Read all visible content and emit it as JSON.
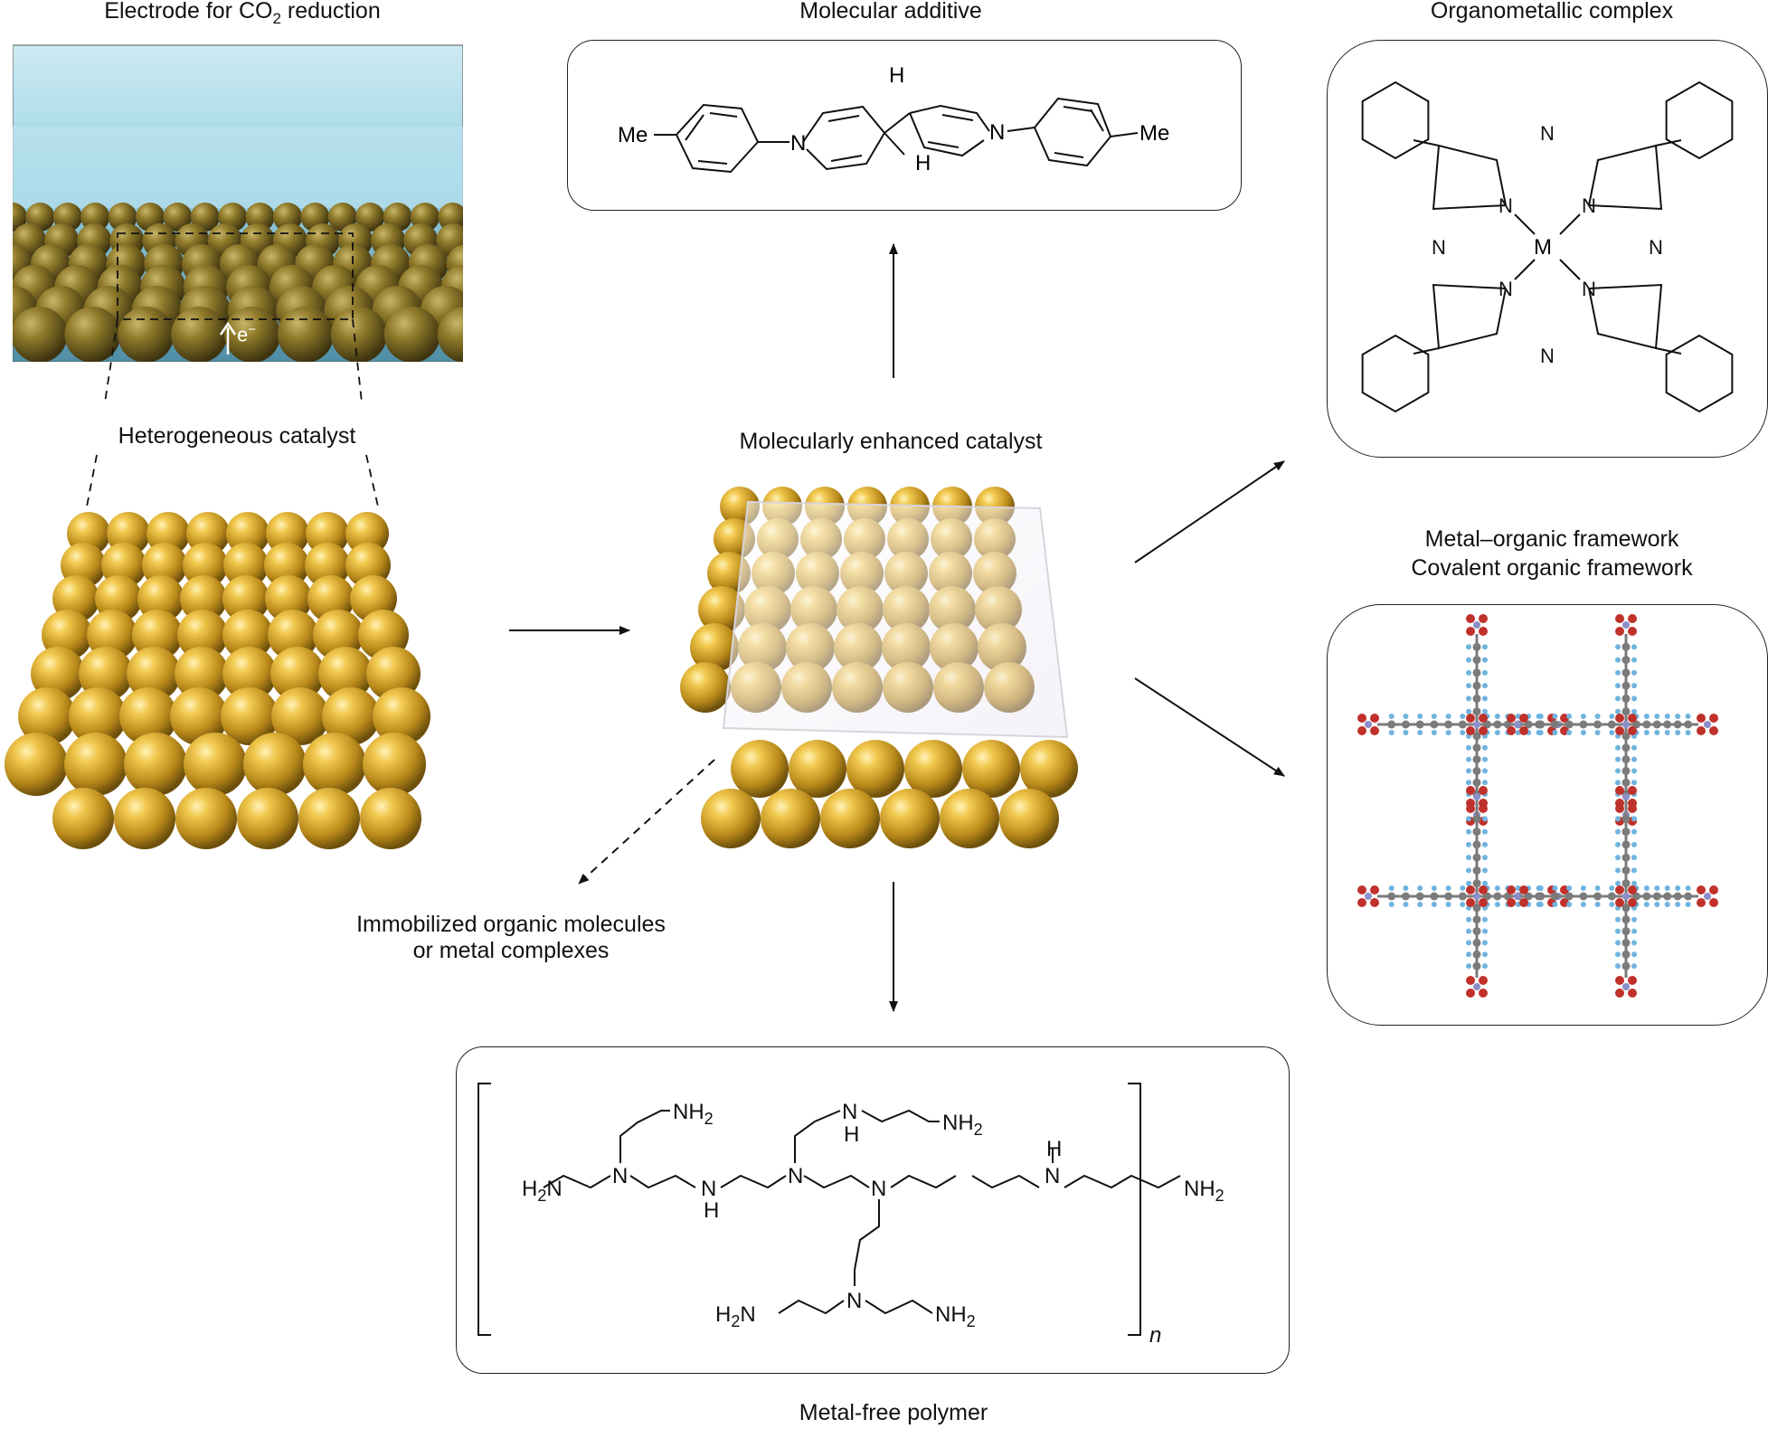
{
  "labels": {
    "electrode_title_pre": "Electrode for CO",
    "electrode_title_sub": "2",
    "electrode_title_post": " reduction",
    "electron": "e",
    "electron_sup": "−",
    "heterogeneous": "Heterogeneous catalyst",
    "molecularly_enhanced": "Molecularly enhanced catalyst",
    "molecular_additive": "Molecular additive",
    "organometallic": "Organometallic complex",
    "mof_line1": "Metal–organic framework",
    "mof_line2": "Covalent organic framework",
    "immobilized_line1": "Immobilized organic molecules",
    "immobilized_line2": "or metal complexes",
    "metal_free": "Metal-free polymer"
  },
  "additive_structure": {
    "me_left": "Me",
    "n_left": "N",
    "h_top": "H",
    "h_bottom": "H",
    "n_right": "N",
    "me_right": "Me"
  },
  "complex_structure": {
    "metal": "M",
    "nitrogen": "N"
  },
  "polymer_structure": {
    "h2n_left": "H",
    "h2n_left_sub": "2",
    "h2n_left_n": "N",
    "nh2": "NH",
    "nh2_sub": "2",
    "n": "N",
    "nh_h": "H",
    "repeat": "n"
  },
  "colors": {
    "gold_light": "#f2cf5a",
    "gold_mid": "#c49620",
    "gold_dark": "#7a5a10",
    "water": "#a9dbe9",
    "mof_carbon": "#7b7b7b",
    "mof_oxygen": "#c0312c",
    "mof_hydrogen": "#6fb4e0",
    "mof_metal": "#8a8fc9"
  }
}
